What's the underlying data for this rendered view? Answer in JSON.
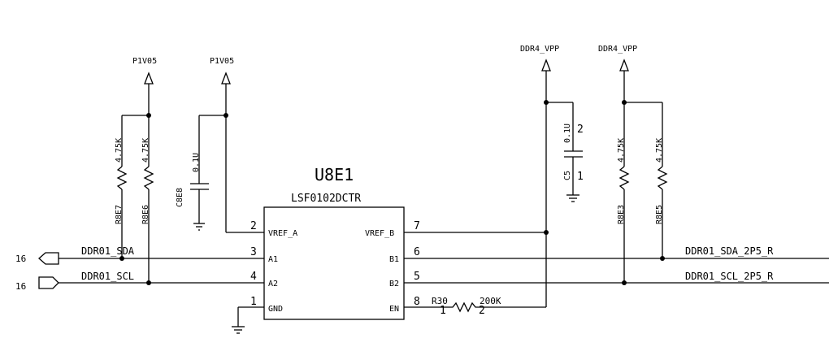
{
  "chip": {
    "ref": "U8E1",
    "part": "LSF0102DCTR",
    "pins": [
      {
        "num": "2",
        "name": "VREF_A"
      },
      {
        "num": "3",
        "name": "A1"
      },
      {
        "num": "4",
        "name": "A2"
      },
      {
        "num": "1",
        "name": "GND"
      },
      {
        "num": "7",
        "name": "VREF_B"
      },
      {
        "num": "6",
        "name": "B1"
      },
      {
        "num": "5",
        "name": "B2"
      },
      {
        "num": "8",
        "name": "EN"
      }
    ]
  },
  "power": {
    "left_1": "P1V05",
    "left_2": "P1V05",
    "right_1": "DDR4_VPP",
    "right_2": "DDR4_VPP"
  },
  "resistors": {
    "r8e7": {
      "ref": "R8E7",
      "value": "4.75K"
    },
    "r8e6": {
      "ref": "R8E6",
      "value": "4.75K"
    },
    "r8e3": {
      "ref": "R8E3",
      "value": "4.75K"
    },
    "r8e5": {
      "ref": "R8E5",
      "value": "4.75K"
    },
    "r30": {
      "ref": "R30",
      "value": "200K",
      "pin1": "1",
      "pin2": "2"
    }
  },
  "capacitors": {
    "c8e8": {
      "ref": "C8E8",
      "value": "0.1U"
    },
    "c5": {
      "ref": "C5",
      "value": "0.1U",
      "pin1": "1",
      "pin2": "2"
    }
  },
  "nets": {
    "ddr01_sda": "DDR01_SDA",
    "ddr01_scl": "DDR01_SCL",
    "ddr01_sda_2p5": "DDR01_SDA_2P5_R",
    "ddr01_scl_2p5": "DDR01_SCL_2P5_R"
  },
  "offpage": {
    "sda_sheet": "16",
    "scl_sheet": "16"
  }
}
